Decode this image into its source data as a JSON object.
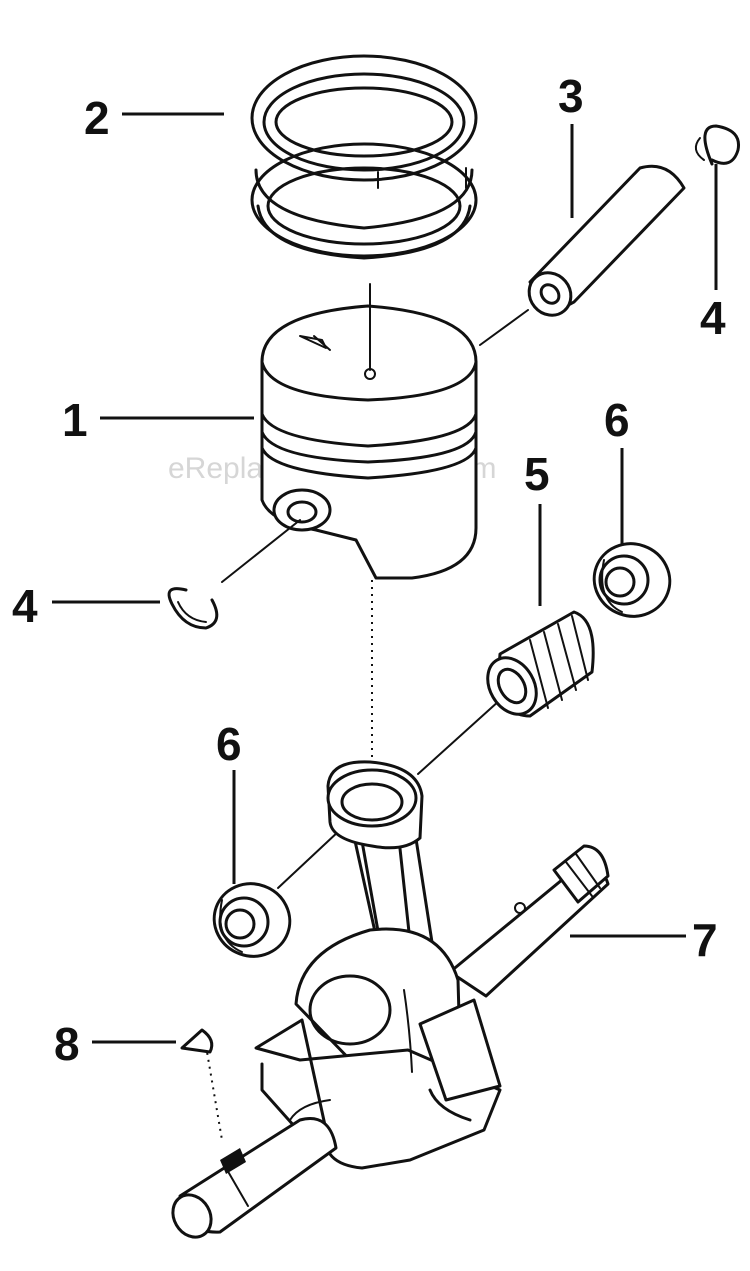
{
  "watermark": "eReplacementParts.com",
  "callouts": {
    "c1": "1",
    "c2": "2",
    "c3": "3",
    "c4_right": "4",
    "c4_left": "4",
    "c5": "5",
    "c6_right": "6",
    "c6_left": "6",
    "c7": "7",
    "c8": "8"
  }
}
